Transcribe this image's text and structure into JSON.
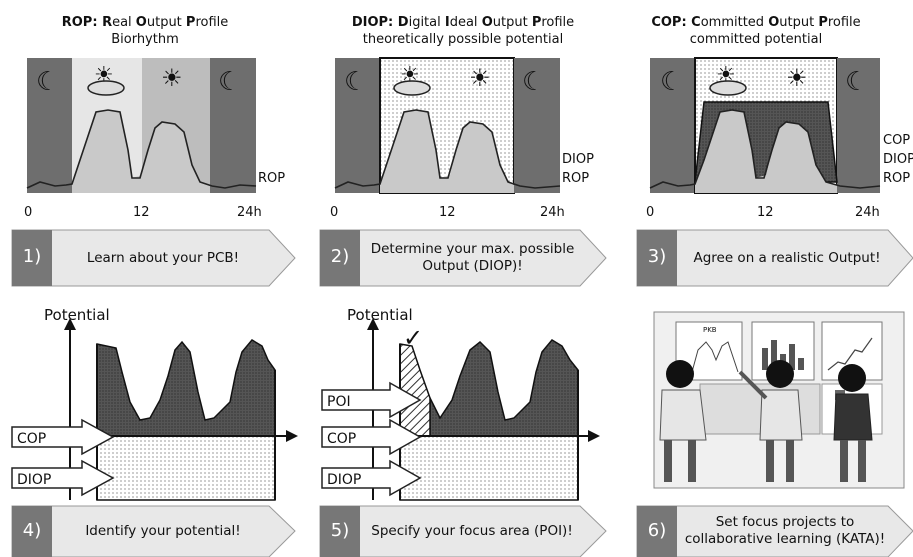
{
  "panel1": {
    "title_abbr": "ROP",
    "title_words": [
      [
        "R",
        "eal "
      ],
      [
        "O",
        "utput "
      ],
      [
        "P",
        "rofile"
      ]
    ],
    "subtitle": "Biorhythm",
    "series_labels": [
      "ROP"
    ],
    "ticks": [
      "0",
      "12",
      "24h"
    ]
  },
  "panel2": {
    "title_abbr": "DIOP",
    "title_words": [
      [
        "D",
        "igital "
      ],
      [
        "I",
        "deal "
      ],
      [
        "O",
        "utput "
      ],
      [
        "P",
        "rofile"
      ]
    ],
    "subtitle": "theoretically possible potential",
    "series_labels": [
      "DIOP",
      "ROP"
    ],
    "ticks": [
      "0",
      "12",
      "24h"
    ]
  },
  "panel3": {
    "title_abbr": "COP",
    "title_words": [
      [
        "C",
        "ommitted "
      ],
      [
        "O",
        "utput "
      ],
      [
        "P",
        "rofile"
      ]
    ],
    "subtitle": "committed potential",
    "series_labels": [
      "COP",
      "DIOP",
      "ROP"
    ],
    "ticks": [
      "0",
      "12",
      "24h"
    ]
  },
  "steps": [
    {
      "num": "1)",
      "text": "Learn about your PCB!"
    },
    {
      "num": "2)",
      "text": "Determine your max. possible Output (DIOP)!"
    },
    {
      "num": "3)",
      "text": "Agree on a realistic Output!"
    },
    {
      "num": "4)",
      "text": "Identify your potential!"
    },
    {
      "num": "5)",
      "text": "Specify your focus area (POI)!"
    },
    {
      "num": "6)",
      "text": "Set focus projects to collaborative learning (KATA)!"
    }
  ],
  "panel4": {
    "ylabel": "Potential",
    "arrows": [
      "COP",
      "DIOP"
    ]
  },
  "panel5": {
    "ylabel": "Potential",
    "arrows": [
      "POI",
      "COP",
      "DIOP"
    ],
    "check": "✓"
  },
  "panel6": {
    "board_chart_label": "PKB"
  }
}
